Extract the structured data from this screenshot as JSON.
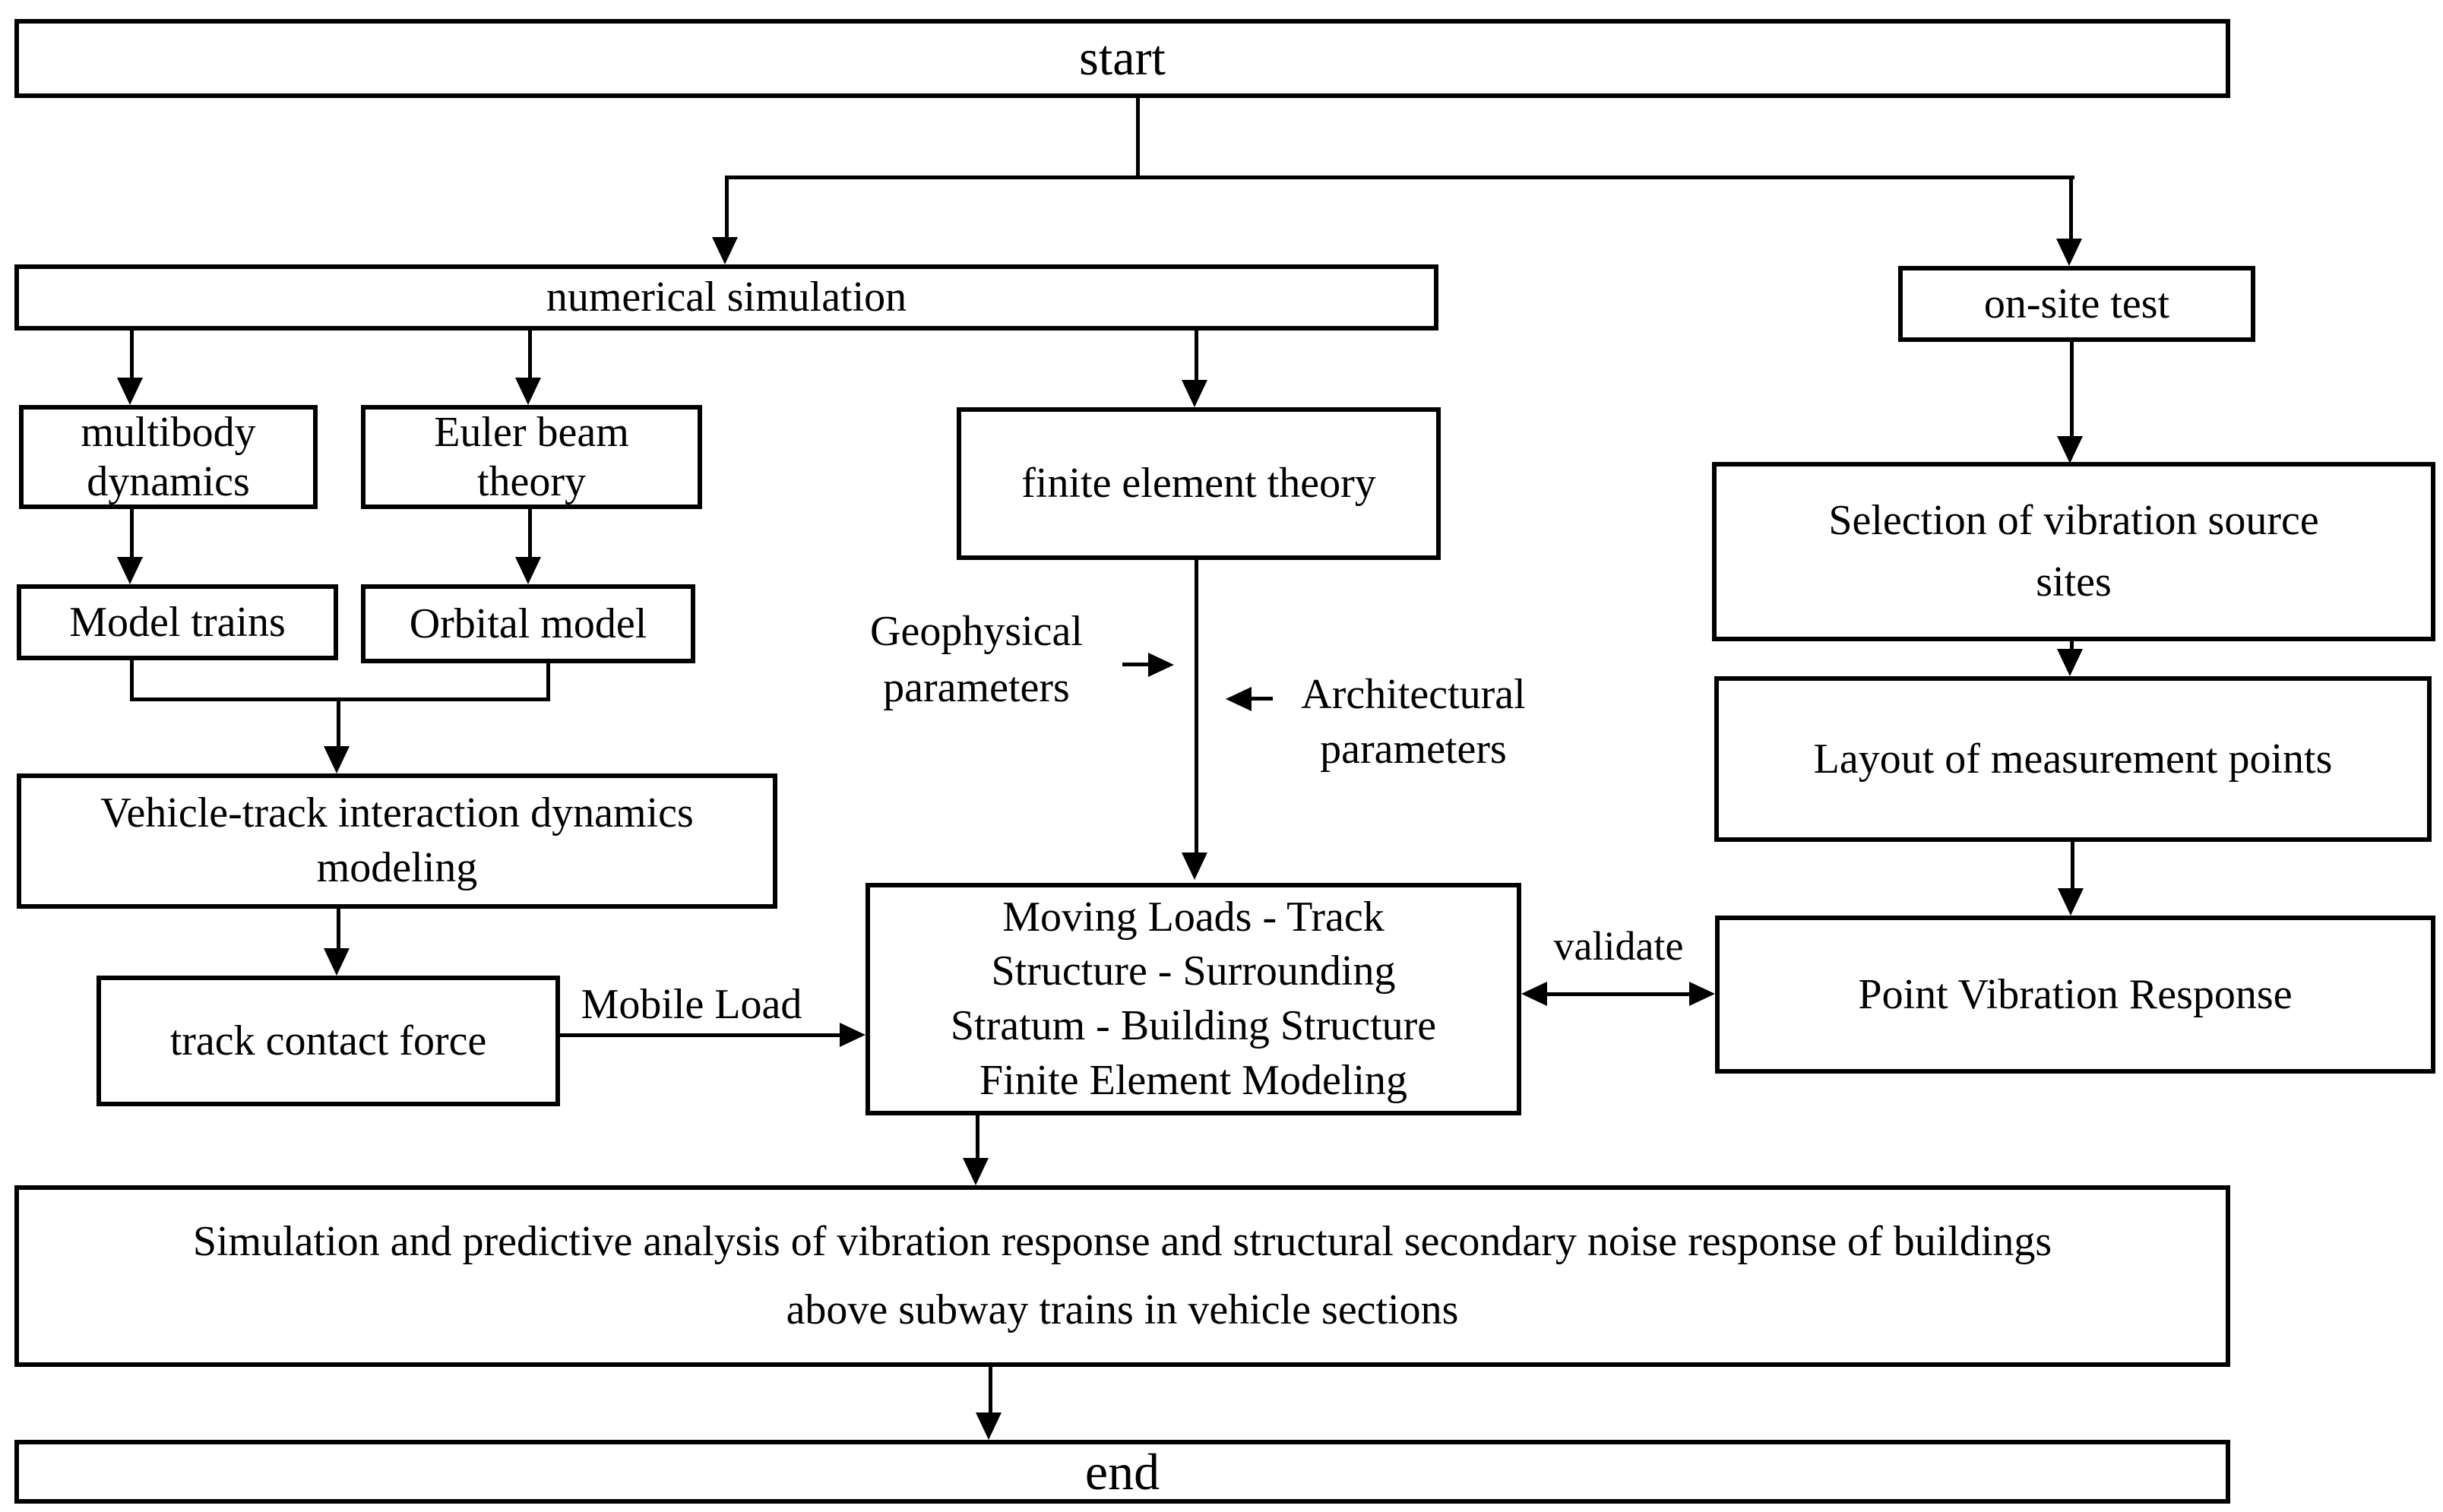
{
  "diagram_title": "vehicle section vibration analysis flowchart",
  "colors": {
    "background": "#ffffff",
    "line": "#000000",
    "text": "#000000"
  },
  "nodes": {
    "start": {
      "label": "start"
    },
    "numerical_simulation": {
      "label": "numerical simulation"
    },
    "onsite_test": {
      "label": "on-site test"
    },
    "multibody_dynamics": {
      "label": "multibody\ndynamics"
    },
    "euler_beam_theory": {
      "label": "Euler beam\ntheory"
    },
    "finite_element_theory": {
      "label": "finite element theory"
    },
    "selection_sites": {
      "label": "Selection of vibration source\nsites"
    },
    "model_trains": {
      "label": "Model trains"
    },
    "orbital_model": {
      "label": "Orbital model"
    },
    "vehicle_track_modeling": {
      "label": "Vehicle-track interaction dynamics\nmodeling"
    },
    "layout_measurement_points": {
      "label": "Layout of measurement points"
    },
    "track_contact_force": {
      "label": "track contact force"
    },
    "moving_loads_fem": {
      "label": "Moving Loads - Track\nStructure - Surrounding\nStratum - Building Structure\nFinite Element Modeling"
    },
    "point_vibration_response": {
      "label": "Point Vibration Response"
    },
    "simulation_predictive_analysis": {
      "label": "Simulation and predictive analysis of vibration response and structural secondary noise response of buildings\nabove subway trains in vehicle sections"
    },
    "end": {
      "label": "end"
    }
  },
  "edge_labels": {
    "mobile_load": "Mobile Load",
    "validate": "validate",
    "geophysical_parameters": "Geophysical\nparameters",
    "architectural_parameters": "Architectural\nparameters"
  },
  "edges": [
    {
      "from": "start",
      "to": "numerical_simulation"
    },
    {
      "from": "start",
      "to": "onsite_test"
    },
    {
      "from": "numerical_simulation",
      "to": "multibody_dynamics"
    },
    {
      "from": "numerical_simulation",
      "to": "euler_beam_theory"
    },
    {
      "from": "numerical_simulation",
      "to": "finite_element_theory"
    },
    {
      "from": "multibody_dynamics",
      "to": "model_trains"
    },
    {
      "from": "euler_beam_theory",
      "to": "orbital_model"
    },
    {
      "from": "model_trains",
      "to": "vehicle_track_modeling"
    },
    {
      "from": "orbital_model",
      "to": "vehicle_track_modeling"
    },
    {
      "from": "vehicle_track_modeling",
      "to": "track_contact_force"
    },
    {
      "from": "track_contact_force",
      "to": "moving_loads_fem",
      "label": "Mobile Load"
    },
    {
      "from": "finite_element_theory",
      "to": "moving_loads_fem"
    },
    {
      "from": "geophysical_parameters",
      "to": "finite_element_theory_to_moving_loads_line"
    },
    {
      "from": "architectural_parameters",
      "to": "finite_element_theory_to_moving_loads_line"
    },
    {
      "from": "onsite_test",
      "to": "selection_sites"
    },
    {
      "from": "selection_sites",
      "to": "layout_measurement_points"
    },
    {
      "from": "layout_measurement_points",
      "to": "point_vibration_response"
    },
    {
      "from": "moving_loads_fem",
      "to": "point_vibration_response",
      "label": "validate",
      "bidirectional": true
    },
    {
      "from": "moving_loads_fem",
      "to": "simulation_predictive_analysis"
    },
    {
      "from": "simulation_predictive_analysis",
      "to": "end"
    }
  ]
}
